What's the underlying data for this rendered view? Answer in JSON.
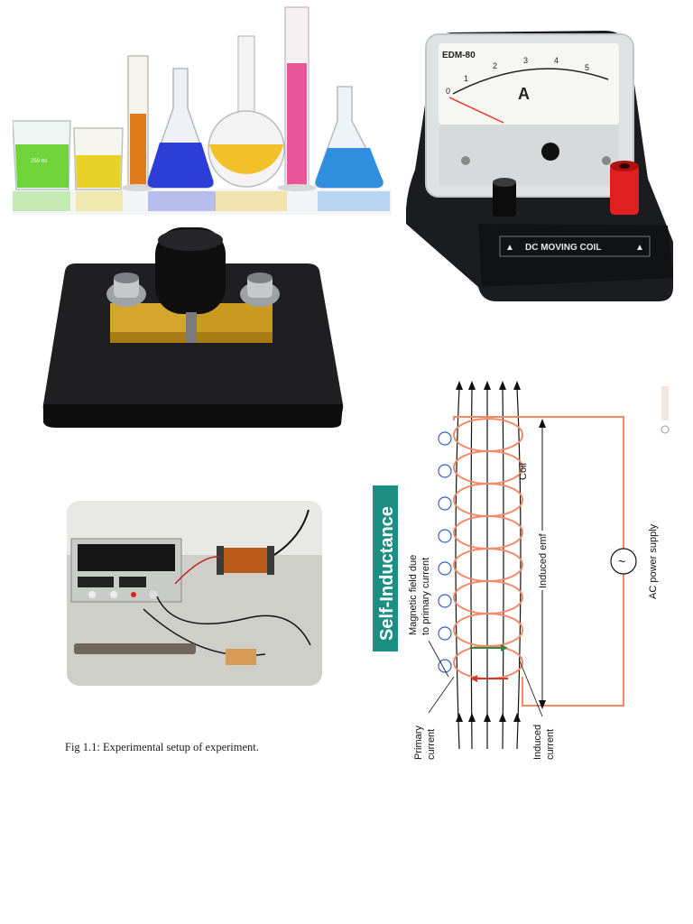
{
  "meter": {
    "model": "EDM-80",
    "unit": "A",
    "scale": [
      "0",
      "1",
      "2",
      "3",
      "4",
      "5"
    ],
    "base_label": "DC MOVING COIL"
  },
  "figure": {
    "caption": "Fig 1.1: Experimental setup of experiment."
  },
  "diagram": {
    "title": "Self-Inductance",
    "labels": {
      "coil": "Coil",
      "induced_emf": "Induced emf",
      "ac_supply": "AC power supply",
      "magnetic_field_line1": "Magnetic field due",
      "magnetic_field_line2": "to primary current",
      "primary_line1": "Primary",
      "primary_line2": "current",
      "induced_line1": "Induced",
      "induced_line2": "current"
    },
    "colors": {
      "coil": "#f08a6a",
      "title_bg": "#1b8f84",
      "field_loop": "#3a5fcd",
      "primary_arrow": "#d43a2a",
      "induced_arrow": "#2e8b3d"
    }
  },
  "colors": {
    "green_liquid": "#6fd33a",
    "yellow_liquid": "#e8d22a",
    "orange_liquid": "#e07a1a",
    "blue_liquid": "#2b3fd6",
    "gold_liquid": "#f2c12a",
    "pink_liquid": "#e8559a",
    "sky_liquid": "#2f8ee0",
    "red_terminal": "#e02020"
  }
}
